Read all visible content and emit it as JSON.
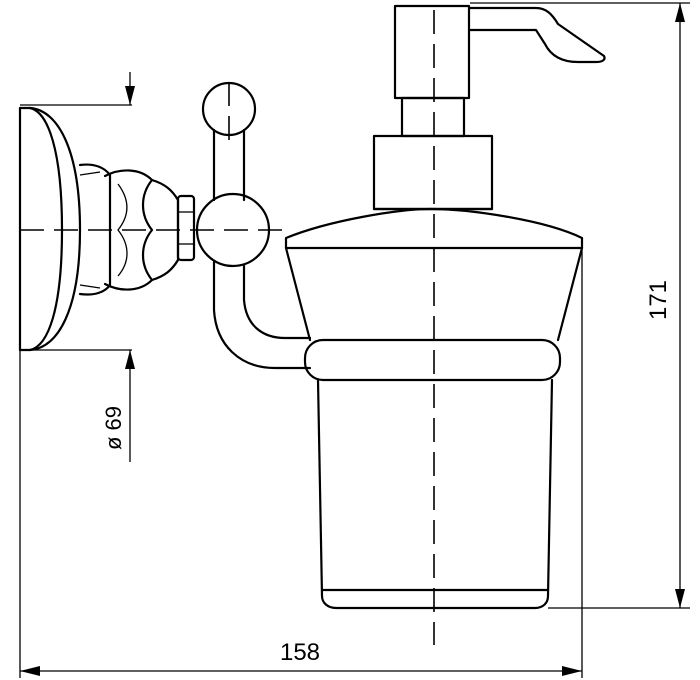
{
  "drawing": {
    "dimensions": {
      "width_label": "158",
      "height_label": "171",
      "diameter_label": "ø 69"
    },
    "colors": {
      "ink": "#000000",
      "paper": "#ffffff"
    }
  }
}
